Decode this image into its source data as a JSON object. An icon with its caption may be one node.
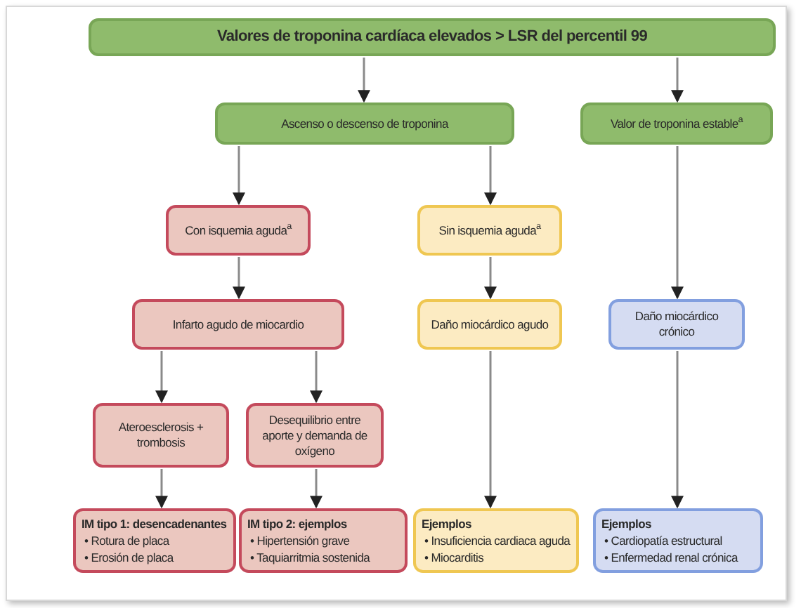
{
  "diagram": {
    "nodes": [
      {
        "text": [
          "Valores de troponina cardíaca elevados > LSR del percentil 99"
        ]
      },
      {
        "text": [
          "Ascenso o descenso de troponina"
        ]
      },
      {
        "text": [
          "Valor de troponina estable$^{a}$"
        ]
      },
      {
        "text": [
          "Con isquemia aguda$^{a}$"
        ]
      },
      {
        "text": [
          "Sin isquemia aguda$^{a}$"
        ]
      },
      {
        "text": [
          "Infarto agudo de miocardio"
        ]
      },
      {
        "text": [
          "Daño miocárdico agudo"
        ]
      },
      {
        "text": [
          "Daño miocárdico crónico"
        ]
      },
      {
        "text": [
          "Ateroesclerosis + trombosis"
        ]
      },
      {
        "text": [
          "Desequilibrio entre aporte y demanda de oxígeno"
        ]
      },
      {
        "text": [
          "IM tipo 1: desencadenantes",
          "• Rotura de placa",
          "• Erosión de placa"
        ]
      },
      {
        "text": [
          "IM tipo 2: ejemplos",
          "• Hipertensión grave",
          "• Taquiarritmia sostenida"
        ]
      },
      {
        "text": [
          "Ejemplos",
          "• Insuficiencia cardiaca aguda",
          "• Miocarditis"
        ]
      },
      {
        "text": [
          "Ejemplos",
          "• Cardiopatía estructural",
          "• Enfermedad renal crónica"
        ]
      }
    ],
    "edges": [
      {
        "from": 0,
        "to": 1,
        "arrow": "to"
      },
      {
        "from": 0,
        "to": 2,
        "arrow": "to"
      },
      {
        "from": 1,
        "to": 3,
        "arrow": "to"
      },
      {
        "from": 1,
        "to": 4,
        "arrow": "to"
      },
      {
        "from": 3,
        "to": 5,
        "arrow": "to"
      },
      {
        "from": 4,
        "to": 6,
        "arrow": "to"
      },
      {
        "from": 2,
        "to": 7,
        "arrow": "to"
      },
      {
        "from": 5,
        "to": 8,
        "arrow": "to"
      },
      {
        "from": 5,
        "to": 9,
        "arrow": "to"
      },
      {
        "from": 8,
        "to": 10,
        "arrow": "to"
      },
      {
        "from": 9,
        "to": 11,
        "arrow": "to"
      },
      {
        "from": 6,
        "to": 12,
        "arrow": "to"
      },
      {
        "from": 7,
        "to": 13,
        "arrow": "to"
      }
    ]
  }
}
